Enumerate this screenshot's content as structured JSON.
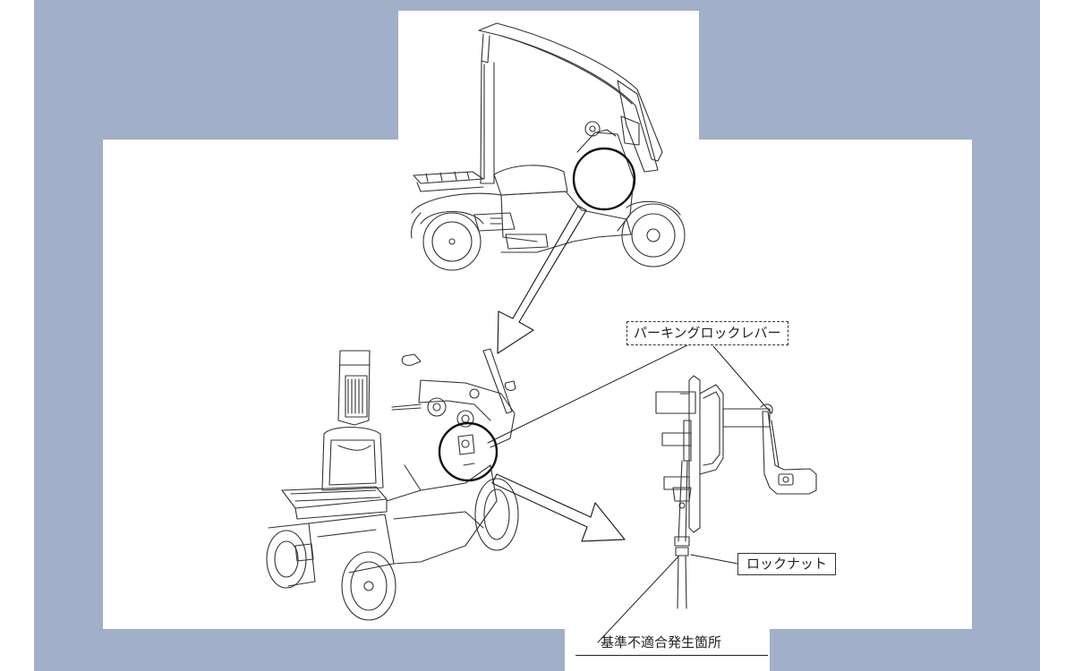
{
  "labels": {
    "parking_lock_lever": "パーキングロックレバー",
    "lock_nut": "ロックナット",
    "defect_location": "基準不適合発生箇所"
  },
  "colors": {
    "background_panel": "#a2afc8",
    "sheet": "#ffffff",
    "line": "#222222"
  }
}
